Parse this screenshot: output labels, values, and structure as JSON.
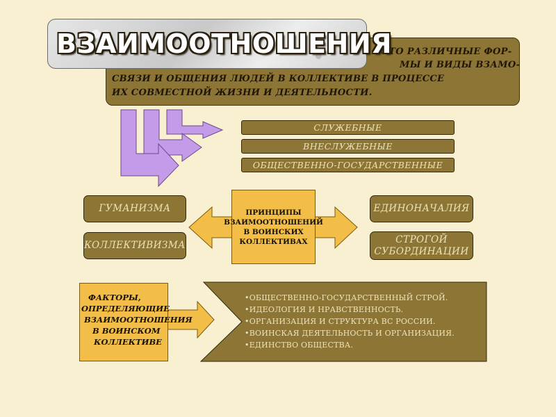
{
  "title": "ВЗАИМООТНОШЕНИЯ",
  "definition": {
    "line1": "– ЭТО РАЗЛИЧНЫЕ ФОР-",
    "line2": "МЫ И ВИДЫ ВЗАМО-",
    "line3": "СВЯЗИ И ОБЩЕНИЯ ЛЮДЕЙ В КОЛЛЕКТИВЕ В ПРОЦЕССЕ",
    "line4": "ИХ СОВМЕСТНОЙ ЖИЗНИ И ДЕЯТЕЛЬНОСТИ."
  },
  "types": [
    "СЛУЖЕБНЫЕ",
    "ВНЕСЛУЖЕБНЫЕ",
    "ОБЩЕСТВЕННО-ГОСУДАРСТВЕННЫЕ"
  ],
  "principles": {
    "center": [
      "ПРИНЦИПЫ",
      "ВЗАИМООТНОШЕНИЙ",
      "В ВОИНСКИХ",
      "КОЛЛЕКТИВАХ"
    ],
    "left": [
      "ГУМАНИЗМА",
      "КОЛЛЕКТИВИЗМА"
    ],
    "right": [
      "ЕДИНОНАЧАЛИЯ",
      "СТРОГОЙ",
      "СУБОРДИНАЦИИ"
    ]
  },
  "factors": {
    "label": [
      "ФАКТОРЫ,",
      "ОПРЕДЕЛЯЮЩИЕ",
      "ВЗАИМООТНОШЕНИЯ",
      "В ВОИНСКОМ",
      "КОЛЛЕКТИВЕ"
    ],
    "items": [
      "•ОБЩЕСТВЕННО-ГОСУДАРСТВЕННЫЙ СТРОЙ.",
      "•ИДЕОЛОГИЯ И НРАВСТВЕННОСТЬ.",
      "•ОРГАНИЗАЦИЯ И СТРУКТУРА ВС РОССИИ.",
      "•ВОИНСКАЯ ДЕЯТЕЛЬНОСТЬ И ОРГАНИЗАЦИЯ.",
      "•ЕДИНСТВО ОБЩЕСТВА."
    ]
  },
  "colors": {
    "background": "#f8f0d0",
    "olive": "#8d7635",
    "gold": "#f3be48",
    "violet": "#c49be8"
  }
}
